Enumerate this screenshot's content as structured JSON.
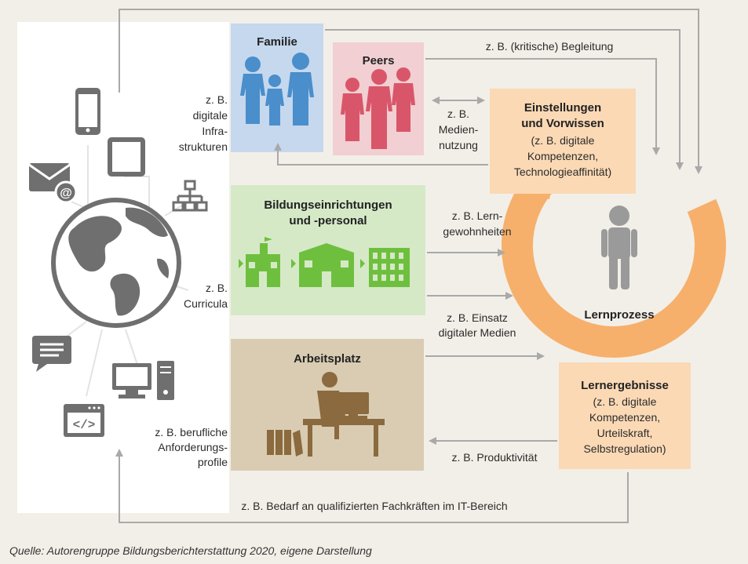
{
  "boxes": {
    "familie": {
      "title": "Familie"
    },
    "peers": {
      "title": "Peers"
    },
    "bildung": {
      "title_line1": "Bildungseinrichtungen",
      "title_line2": "und -personal"
    },
    "arbeitsplatz": {
      "title": "Arbeitsplatz"
    },
    "einstellungen": {
      "title_line1": "Einstellungen",
      "title_line2": "und Vorwissen",
      "text_line1": "(z. B. digitale",
      "text_line2": "Kompetenzen,",
      "text_line3": "Technologieaffinität)"
    },
    "lernergebnisse": {
      "title": "Lernergebnisse",
      "text_line1": "(z. B. digitale",
      "text_line2": "Kompetenzen,",
      "text_line3": "Urteilskraft,",
      "text_line4": "Selbstregulation)"
    }
  },
  "center_label": "Lernprozess",
  "labels": {
    "infra_1": "z. B.",
    "infra_2": "digitale",
    "infra_3": "Infra-",
    "infra_4": "strukturen",
    "curricula_1": "z. B.",
    "curricula_2": "Curricula",
    "beruf_1": "z. B. berufliche",
    "beruf_2": "Anforderungs-",
    "beruf_3": "profile",
    "begleitung": "z. B. (kritische) Begleitung",
    "medien_1": "z. B.",
    "medien_2": "Medien-",
    "medien_3": "nutzung",
    "lern_1": "z. B. Lern-",
    "lern_2": "gewohnheiten",
    "einsatz_1": "z. B. Einsatz",
    "einsatz_2": "digitaler Medien",
    "produktivitaet": "z. B. Produktivität",
    "bedarf": "z. B. Bedarf an qualifizierten Fachkräften im IT-Bereich"
  },
  "source": "Quelle: Autorengruppe Bildungsberichterstattung 2020, eigene Darstellung",
  "colors": {
    "familie_bg": "#c5d8ee",
    "familie_icon": "#4a8ecb",
    "peers_bg": "#f1cfd2",
    "peers_icon": "#d9566a",
    "bildung_bg": "#d5e9c7",
    "bildung_icon": "#6fbf3f",
    "arbeit_bg": "#d9ccb3",
    "arbeit_icon": "#8a6a3e",
    "orange_box": "#fbd9b5",
    "ring": "#f6b06b",
    "person": "#9a9a9a",
    "arrow": "#a9a9a9",
    "left_panel": "#ffffff",
    "left_icons": "#6f6f6f"
  }
}
